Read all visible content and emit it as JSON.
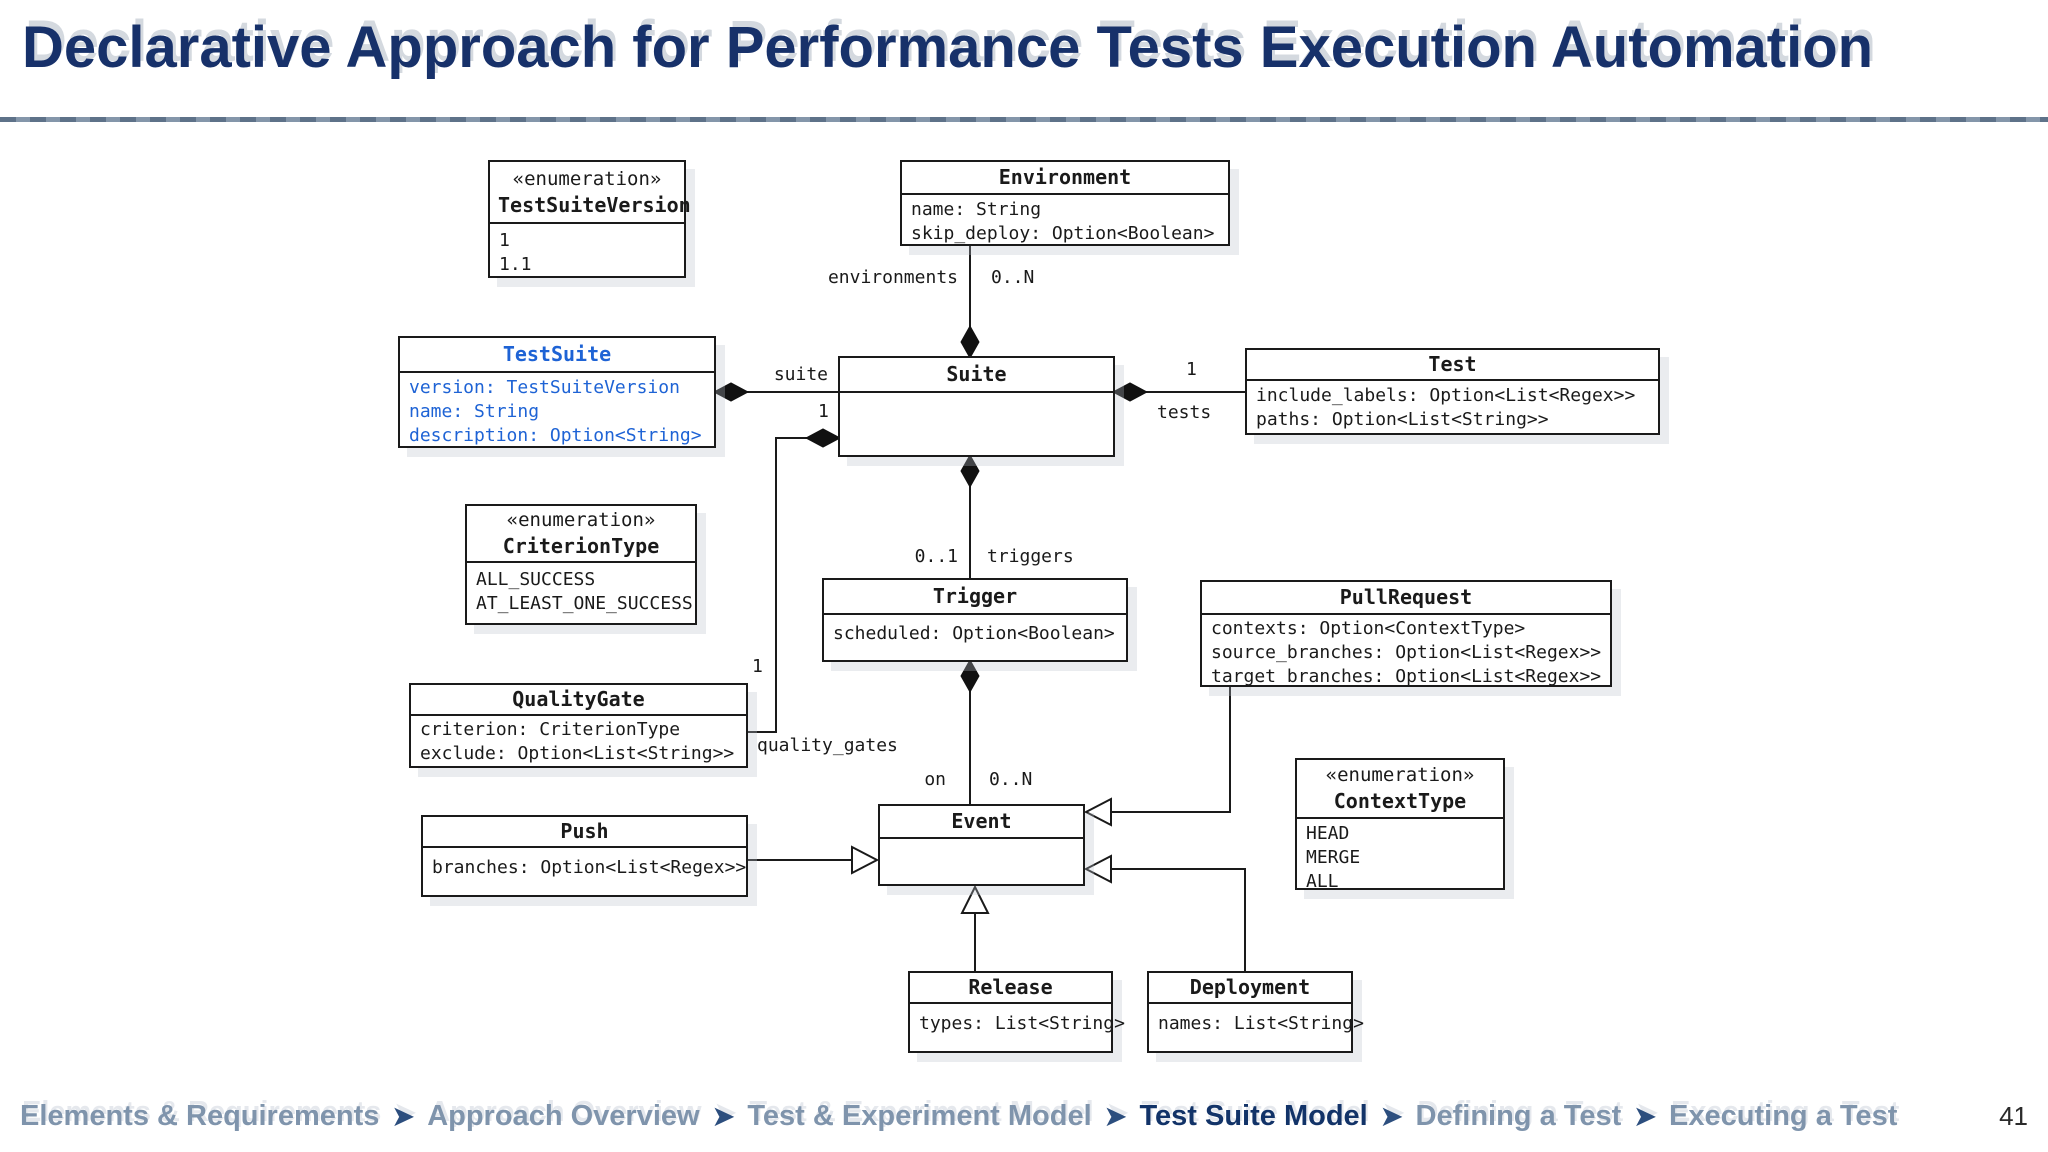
{
  "title": "Declarative Approach for Performance Tests Execution Automation",
  "diagram": {
    "classes": {
      "testsuiteversion": {
        "stereotype": "«enumeration»",
        "name": "TestSuiteVersion",
        "members": [
          "1",
          "1.1"
        ]
      },
      "environment": {
        "name": "Environment",
        "members": [
          "name: String",
          "skip_deploy: Option<Boolean>"
        ]
      },
      "testsuite": {
        "name": "TestSuite",
        "members": [
          "version: TestSuiteVersion",
          "name: String",
          "description: Option<String>"
        ]
      },
      "suite": {
        "name": "Suite",
        "members": []
      },
      "test": {
        "name": "Test",
        "members": [
          "include_labels: Option<List<Regex>>",
          "paths: Option<List<String>>"
        ]
      },
      "criteriontype": {
        "stereotype": "«enumeration»",
        "name": "CriterionType",
        "members": [
          "ALL_SUCCESS",
          "AT_LEAST_ONE_SUCCESS"
        ]
      },
      "trigger": {
        "name": "Trigger",
        "members": [
          "scheduled: Option<Boolean>"
        ]
      },
      "pullrequest": {
        "name": "PullRequest",
        "members": [
          "contexts: Option<ContextType>",
          "source_branches: Option<List<Regex>>",
          "target_branches: Option<List<Regex>>"
        ]
      },
      "qualitygate": {
        "name": "QualityGate",
        "members": [
          "criterion: CriterionType",
          "exclude: Option<List<String>>"
        ]
      },
      "push": {
        "name": "Push",
        "members": [
          "branches: Option<List<Regex>>"
        ]
      },
      "event": {
        "name": "Event",
        "members": []
      },
      "contexttype": {
        "stereotype": "«enumeration»",
        "name": "ContextType",
        "members": [
          "HEAD",
          "MERGE",
          "ALL"
        ]
      },
      "release": {
        "name": "Release",
        "members": [
          "types: List<String>"
        ]
      },
      "deployment": {
        "name": "Deployment",
        "members": [
          "names: List<String>"
        ]
      }
    },
    "edge_labels": {
      "environments_role": "environments",
      "environments_mult": "0..N",
      "suite_role": "suite",
      "suite_mult": "1",
      "tests_mult": "1",
      "tests_role": "tests",
      "triggers_mult": "0..1",
      "triggers_role": "triggers",
      "quality_gates_mult": "1",
      "quality_gates_role": "quality_gates",
      "on_role": "on",
      "on_mult": "0..N"
    }
  },
  "footer": {
    "breadcrumb": [
      {
        "label": "Elements & Requirements",
        "active": false
      },
      {
        "label": "Approach Overview",
        "active": false
      },
      {
        "label": "Test & Experiment Model",
        "active": false
      },
      {
        "label": "Test Suite Model",
        "active": true
      },
      {
        "label": "Defining a Test",
        "active": false
      },
      {
        "label": "Executing a Test",
        "active": false
      }
    ],
    "separator": "➤",
    "page_number": "41"
  },
  "colors": {
    "title_navy": "#17316a",
    "accent_blue": "#1e63d5",
    "inactive_crumb": "#7f94ac",
    "active_crumb": "#123368",
    "divider_steel": "#6f8298",
    "ink": "#1a1a1a"
  }
}
